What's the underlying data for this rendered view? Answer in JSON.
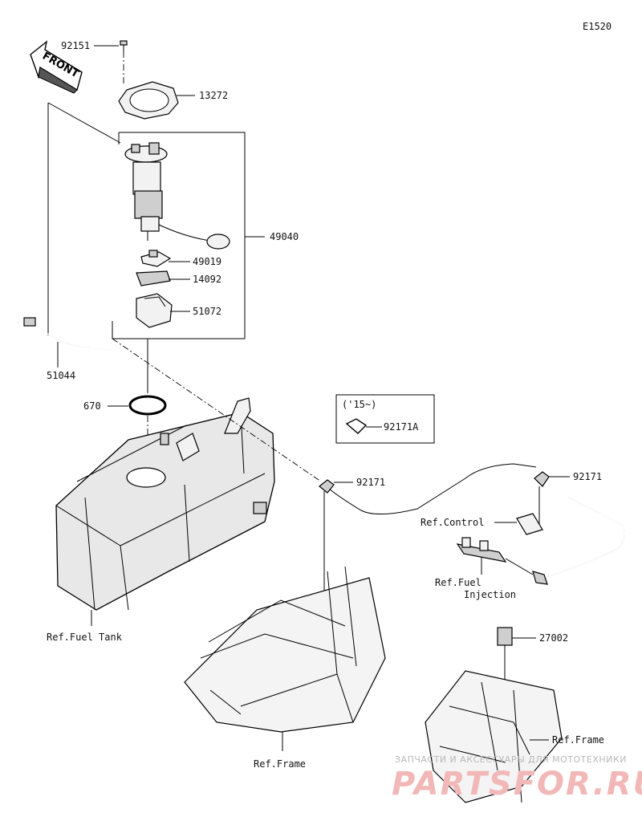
{
  "diagram_code": "E1520",
  "front_label": "FRONT",
  "parts": {
    "p92151": "92151",
    "p13272": "13272",
    "p49040": "49040",
    "p49019": "49019",
    "p14092": "14092",
    "p51072": "51072",
    "p51044": "51044",
    "p670": "670",
    "p92171_1": "92171",
    "p92171_2": "92171",
    "p92171A": "92171A",
    "p92171A_note": "('15~)",
    "p27002": "27002"
  },
  "refs": {
    "fuel_tank": "Ref.Fuel Tank",
    "control": "Ref.Control",
    "fuel_injection_1": "Ref.Fuel",
    "fuel_injection_2": "Injection",
    "frame_1": "Ref.Frame",
    "frame_2": "Ref.Frame"
  },
  "watermark": {
    "line1": "ЗАПЧАСТИ И АКСЕССУАРЫ ДЛЯ МОТОТЕХНИКИ",
    "line2": "PARTSFOR.RU"
  }
}
